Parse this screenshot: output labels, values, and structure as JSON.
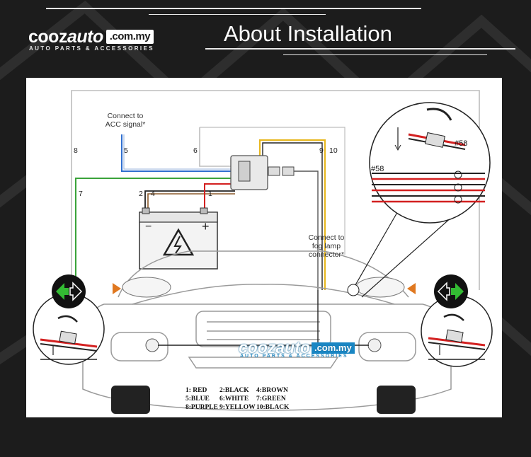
{
  "header": {
    "logo_brand": "cooz",
    "logo_auto": "auto",
    "logo_domain": ".com.my",
    "logo_tagline": "AUTO PARTS & ACCESSORIES",
    "title": "About Installation"
  },
  "diagram": {
    "acc_label": "Connect to ACC signal*",
    "fog_label": "Connect to fog lamp connector*",
    "terminal_left": "#58",
    "terminal_right": "#58",
    "wire_numbers": {
      "n1": "1",
      "n2": "2",
      "n4": "4",
      "n5": "5",
      "n6": "6",
      "n7": "7",
      "n8": "8",
      "n9": "9",
      "n10": "10"
    },
    "battery_minus": "−",
    "battery_plus": "+",
    "watermark_brand": "cooz",
    "watermark_auto": "auto",
    "watermark_domain": ".com.my",
    "watermark_tagline": "AUTO PARTS & ACCESSORIES",
    "legend": {
      "r1": [
        "1: RED",
        "2:BLACK",
        "4:BROWN"
      ],
      "r2": [
        "5:BLUE",
        "6:WHITE",
        "7:GREEN"
      ],
      "r3": [
        "8:PURPLE",
        "9:YELLOW",
        "10:BLACK"
      ]
    }
  },
  "colors": {
    "red": "#d32020",
    "black": "#222222",
    "brown": "#8b5a2b",
    "blue": "#2f6fd0",
    "white": "#d8d8d8",
    "green": "#3aa33a",
    "purple": "#8a3fb0",
    "yellow": "#e8b820",
    "arrow_green": "#33bb33"
  }
}
